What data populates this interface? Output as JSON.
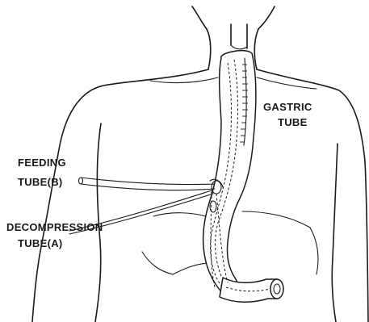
{
  "figure": {
    "labels": {
      "gastric_tube": [
        "GASTRIC",
        "TUBE"
      ],
      "feeding_tube": [
        "FEEDING",
        "TUBE(B)"
      ],
      "decompression_tube": [
        "DECOMPRESSION",
        "TUBE(A)"
      ]
    },
    "colors": {
      "ink": "#1a1a1a",
      "background": "#ffffff"
    }
  }
}
